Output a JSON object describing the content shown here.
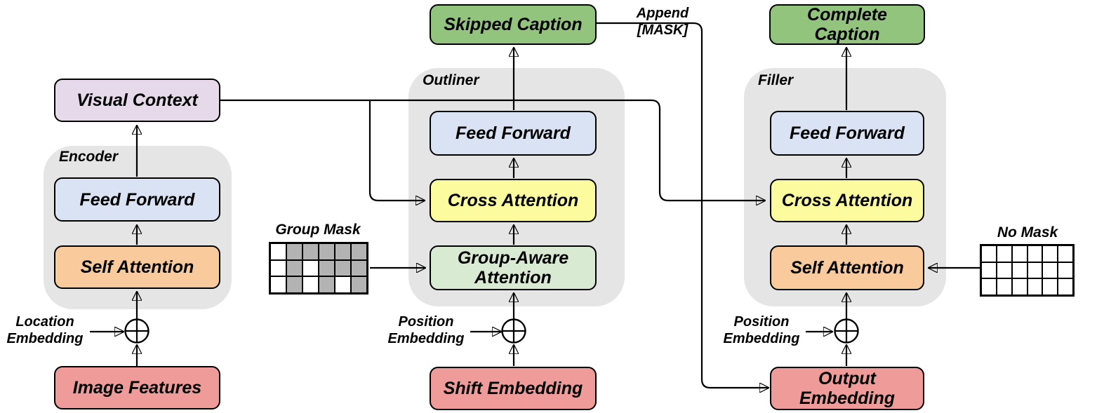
{
  "diagram": {
    "encoder": {
      "label": "Encoder",
      "visual_context": "Visual Context",
      "feed_forward": "Feed Forward",
      "self_attention": "Self Attention",
      "image_features": "Image Features",
      "location_embedding": "Location Embedding"
    },
    "outliner": {
      "label": "Outliner",
      "skipped_caption": "Skipped Caption",
      "feed_forward": "Feed Forward",
      "cross_attention": "Cross Attention",
      "group_aware_attention": "Group-Aware Attention",
      "shift_embedding": "Shift Embedding",
      "position_embedding": "Position Embedding",
      "group_mask_label": "Group Mask",
      "group_mask_grid": [
        [
          0,
          1,
          1,
          1,
          1,
          1
        ],
        [
          0,
          1,
          0,
          1,
          1,
          1
        ],
        [
          0,
          1,
          0,
          1,
          0,
          1
        ]
      ]
    },
    "filler": {
      "label": "Filler",
      "complete_caption": "Complete Caption",
      "feed_forward": "Feed Forward",
      "cross_attention": "Cross Attention",
      "self_attention": "Self Attention",
      "output_embedding": "Output Embedding",
      "position_embedding": "Position Embedding",
      "no_mask_label": "No Mask",
      "no_mask_grid": [
        [
          0,
          0,
          0,
          0,
          0,
          0
        ],
        [
          0,
          0,
          0,
          0,
          0,
          0
        ],
        [
          0,
          0,
          0,
          0,
          0,
          0
        ]
      ]
    },
    "append_mask_label": "Append [MASK]",
    "colors": {
      "caption_green": "#93c47d",
      "context_purple": "#e5d9ea",
      "feed_forward_blue": "#dae3f3",
      "attention_orange": "#f9cb9c",
      "cross_attention_yellow": "#fcfc9e",
      "group_attention_green": "#d9ead3",
      "embedding_red": "#ef9b9a",
      "container_grey": "#e5e5e5",
      "mask_cell_grey": "#b3b3b3",
      "line_black": "#000000"
    }
  }
}
